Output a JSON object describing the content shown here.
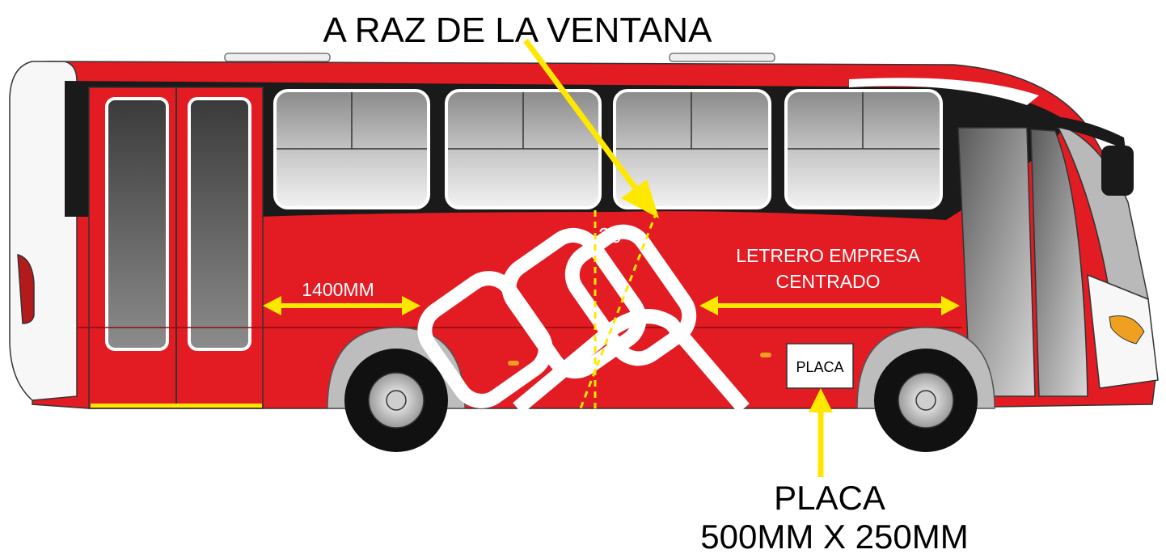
{
  "annotations": {
    "window_level_label": "A RAZ DE LA VENTANA",
    "distance_label": "1400MM",
    "company_sign_line1": "LETRERO EMPRESA",
    "company_sign_line2": "CENTRADO",
    "plate_box_label": "PLACA",
    "plate_title": "PLACA",
    "plate_size": "500MM X 250MM",
    "bus_number_fragment": "20"
  },
  "colors": {
    "body_red": "#e31b23",
    "window_band": "#1a1a1a",
    "arrow_yellow": "#ffe800",
    "pattern_white": "#ffffff",
    "glass_gray": "#6e6e6e"
  }
}
